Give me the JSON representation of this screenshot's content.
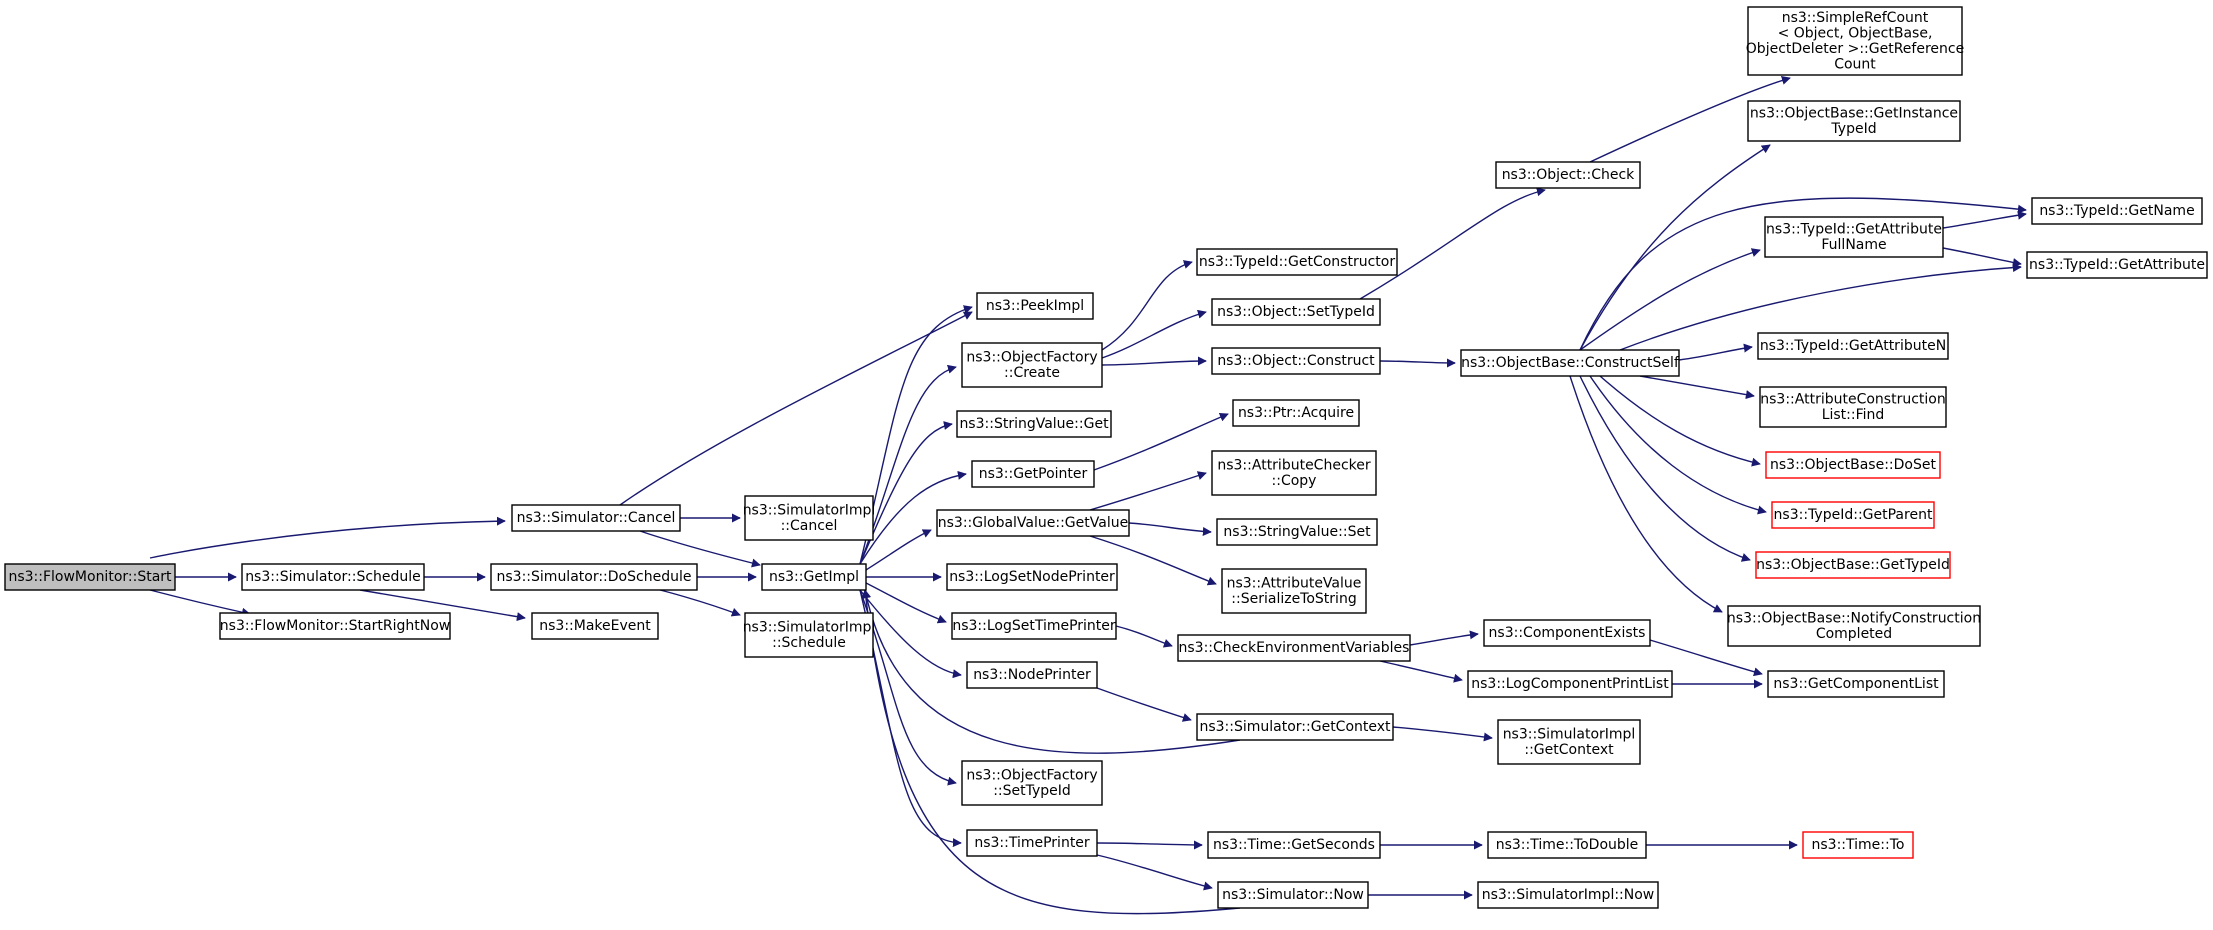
{
  "graph": {
    "colors": {
      "edge": "#191970",
      "node_border": "#000000",
      "root_fill": "#bfbfbf",
      "truncated_border": "#ff0000"
    },
    "nodes": [
      {
        "id": "flowmonitor_start",
        "lines": [
          "ns3::FlowMonitor::Start"
        ],
        "style": "root"
      },
      {
        "id": "sim_cancel",
        "lines": [
          "ns3::Simulator::Cancel"
        ]
      },
      {
        "id": "sim_schedule",
        "lines": [
          "ns3::Simulator::Schedule"
        ]
      },
      {
        "id": "fm_startrightnow",
        "lines": [
          "ns3::FlowMonitor::StartRightNow"
        ]
      },
      {
        "id": "sim_doschedule",
        "lines": [
          "ns3::Simulator::DoSchedule"
        ]
      },
      {
        "id": "makeevent",
        "lines": [
          "ns3::MakeEvent"
        ]
      },
      {
        "id": "simimpl_cancel",
        "lines": [
          "ns3::SimulatorImpl",
          "::Cancel"
        ]
      },
      {
        "id": "simimpl_schedule",
        "lines": [
          "ns3::SimulatorImpl",
          "::Schedule"
        ]
      },
      {
        "id": "getimpl",
        "lines": [
          "ns3::GetImpl"
        ]
      },
      {
        "id": "peekimpl",
        "lines": [
          "ns3::PeekImpl"
        ]
      },
      {
        "id": "objfactory_create",
        "lines": [
          "ns3::ObjectFactory",
          "::Create"
        ]
      },
      {
        "id": "stringvalue_get",
        "lines": [
          "ns3::StringValue::Get"
        ]
      },
      {
        "id": "getpointer",
        "lines": [
          "ns3::GetPointer"
        ]
      },
      {
        "id": "globalvalue_getvalue",
        "lines": [
          "ns3::GlobalValue::GetValue"
        ]
      },
      {
        "id": "logsetnodeprinter",
        "lines": [
          "ns3::LogSetNodePrinter"
        ]
      },
      {
        "id": "logsettimeprinter",
        "lines": [
          "ns3::LogSetTimePrinter"
        ]
      },
      {
        "id": "nodeprinter",
        "lines": [
          "ns3::NodePrinter"
        ]
      },
      {
        "id": "objfactory_settypeid",
        "lines": [
          "ns3::ObjectFactory",
          "::SetTypeId"
        ]
      },
      {
        "id": "timeprinter",
        "lines": [
          "ns3::TimePrinter"
        ]
      },
      {
        "id": "typeid_getconstructor",
        "lines": [
          "ns3::TypeId::GetConstructor"
        ]
      },
      {
        "id": "object_settypeid",
        "lines": [
          "ns3::Object::SetTypeId"
        ]
      },
      {
        "id": "object_construct",
        "lines": [
          "ns3::Object::Construct"
        ]
      },
      {
        "id": "ptr_acquire",
        "lines": [
          "ns3::Ptr::Acquire"
        ]
      },
      {
        "id": "attrchecker_copy",
        "lines": [
          "ns3::AttributeChecker",
          "::Copy"
        ]
      },
      {
        "id": "stringvalue_set",
        "lines": [
          "ns3::StringValue::Set"
        ]
      },
      {
        "id": "attrvalue_serialize",
        "lines": [
          "ns3::AttributeValue",
          "::SerializeToString"
        ]
      },
      {
        "id": "checkenvvars",
        "lines": [
          "ns3::CheckEnvironmentVariables"
        ]
      },
      {
        "id": "sim_getcontext",
        "lines": [
          "ns3::Simulator::GetContext"
        ]
      },
      {
        "id": "time_getseconds",
        "lines": [
          "ns3::Time::GetSeconds"
        ]
      },
      {
        "id": "sim_now",
        "lines": [
          "ns3::Simulator::Now"
        ]
      },
      {
        "id": "object_check",
        "lines": [
          "ns3::Object::Check"
        ]
      },
      {
        "id": "objbase_constructself",
        "lines": [
          "ns3::ObjectBase::ConstructSelf"
        ]
      },
      {
        "id": "componentexists",
        "lines": [
          "ns3::ComponentExists"
        ]
      },
      {
        "id": "logcomponentprintlist",
        "lines": [
          "ns3::LogComponentPrintList"
        ]
      },
      {
        "id": "simimpl_getcontext",
        "lines": [
          "ns3::SimulatorImpl",
          "::GetContext"
        ]
      },
      {
        "id": "time_todouble",
        "lines": [
          "ns3::Time::ToDouble"
        ]
      },
      {
        "id": "simimpl_now",
        "lines": [
          "ns3::SimulatorImpl::Now"
        ]
      },
      {
        "id": "simplerefcount",
        "lines": [
          "ns3::SimpleRefCount",
          "< Object, ObjectBase,",
          "ObjectDeleter >::GetReference",
          "Count"
        ]
      },
      {
        "id": "objbase_getinstancetypeid",
        "lines": [
          "ns3::ObjectBase::GetInstance",
          "TypeId"
        ]
      },
      {
        "id": "typeid_getattributefullname",
        "lines": [
          "ns3::TypeId::GetAttribute",
          "FullName"
        ]
      },
      {
        "id": "typeid_getattributen",
        "lines": [
          "ns3::TypeId::GetAttributeN"
        ]
      },
      {
        "id": "attrconstructionlist_find",
        "lines": [
          "ns3::AttributeConstruction",
          "List::Find"
        ]
      },
      {
        "id": "objbase_doset",
        "lines": [
          "ns3::ObjectBase::DoSet"
        ],
        "style": "red"
      },
      {
        "id": "typeid_getparent",
        "lines": [
          "ns3::TypeId::GetParent"
        ],
        "style": "red"
      },
      {
        "id": "objbase_gettypeid",
        "lines": [
          "ns3::ObjectBase::GetTypeId"
        ],
        "style": "red"
      },
      {
        "id": "objbase_notifyconstructioncompleted",
        "lines": [
          "ns3::ObjectBase::NotifyConstruction",
          "Completed"
        ]
      },
      {
        "id": "getcomponentlist",
        "lines": [
          "ns3::GetComponentList"
        ]
      },
      {
        "id": "time_to",
        "lines": [
          "ns3::Time::To"
        ],
        "style": "red"
      },
      {
        "id": "typeid_getname",
        "lines": [
          "ns3::TypeId::GetName"
        ]
      },
      {
        "id": "typeid_getattribute",
        "lines": [
          "ns3::TypeId::GetAttribute"
        ]
      }
    ]
  }
}
